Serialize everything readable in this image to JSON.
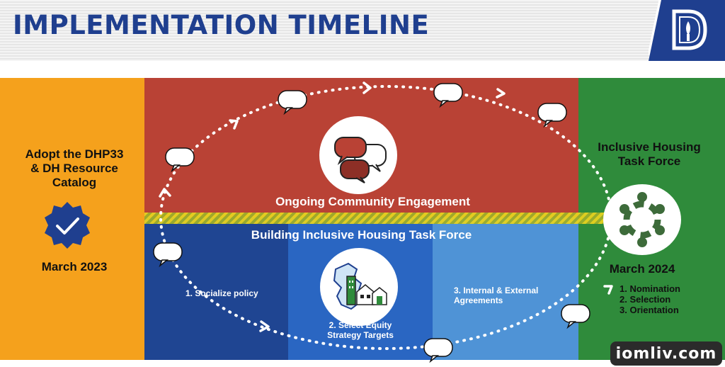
{
  "header": {
    "title": "IMPLEMENTATION TIMELINE"
  },
  "start": {
    "heading": "Adopt the DHP33\n& DH Resource\nCatalog",
    "date": "March 2023"
  },
  "engagement": {
    "label": "Ongoing Community Engagement"
  },
  "task_force_build": {
    "label": "Building Inclusive Housing Task Force"
  },
  "steps": {
    "socialize": "1. Socialize policy",
    "targets": "2. Select Equity\nStrategy Targets",
    "agreements": "3. Internal & External\nAgreements"
  },
  "end": {
    "heading": "Inclusive Housing\nTask Force",
    "date": "March 2024",
    "items": [
      "1.  Nomination",
      "2.  Selection",
      "3.  Orientation"
    ]
  },
  "watermark": "iomliv.com",
  "colors": {
    "orange": "#f5a11c",
    "red": "#b94235",
    "navy": "#1f4592",
    "blue": "#2a66c2",
    "light_blue": "#4f93d6",
    "green": "#2f8b3b",
    "title": "#1f3f8f"
  }
}
